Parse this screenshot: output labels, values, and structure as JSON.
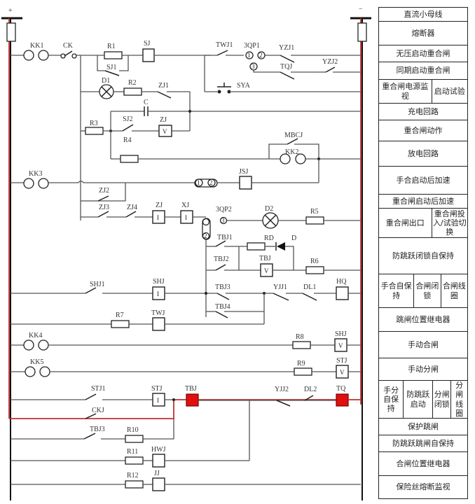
{
  "bus": {
    "positive_label": "+",
    "negative_label": "−"
  },
  "components": {
    "KK1": "KK1",
    "CK": "CK",
    "R1": "R1",
    "SJ": "SJ",
    "SJ1": "SJ1",
    "D1": "D1",
    "R2": "R2",
    "ZJ1": "ZJ1",
    "C": "C",
    "R3": "R3",
    "SJ2": "SJ2",
    "ZJ_V": "ZJ",
    "R4": "R4",
    "TWJ1": "TWJ1",
    "3QP1": "3QP1",
    "YZJ1": "YZJ1",
    "TQJ": "TQJ",
    "YZJ2": "YZJ2",
    "SYA": "SYA",
    "MBCJ": "MBCJ",
    "KK2": "KK2",
    "KK3": "KK3",
    "JSJ": "JSJ",
    "ZJ2": "ZJ2",
    "ZJ3": "ZJ3",
    "ZJ4": "ZJ4",
    "ZJ_I": "ZJ",
    "XJ": "XJ",
    "3QP2": "3QP2",
    "D2": "D2",
    "R5": "R5",
    "TBJ1": "TBJ1",
    "RD": "RD",
    "D": "D",
    "TBJ2": "TBJ2",
    "TBJ_V": "TBJ",
    "R6": "R6",
    "SHJ1": "SHJ1",
    "SHJ_I": "SHJ",
    "TBJ3": "TBJ3",
    "TBJ4": "TBJ4",
    "YJJ1": "YJJ1",
    "DL1": "DL1",
    "HQ": "HQ",
    "R7": "R7",
    "TWJ": "TWJ",
    "KK4": "KK4",
    "R8": "R8",
    "SHJ_V": "SHJ",
    "KK5": "KK5",
    "R9": "R9",
    "STJ_V": "STJ",
    "STJ1": "STJ1",
    "STJ_I": "STJ",
    "TBJ_coil": "TBJ",
    "YJJ2": "YJJ2",
    "DL2": "DL2",
    "TQ": "TQ",
    "CKJ": "CKJ",
    "TBJ3b": "TBJ3",
    "R10": "R10",
    "R11": "R11",
    "HWJ": "HWJ",
    "R12": "R12",
    "JJ": "JJ"
  },
  "symbols": {
    "voltage": "V",
    "current": "I",
    "pin1": "1",
    "pin2": "2",
    "pin3": "3"
  },
  "highlight_color": "#c03030",
  "coil_fill_color": "#e01010",
  "legend": {
    "rows": [
      [
        "直流小母线"
      ],
      [
        "熔断器"
      ],
      [
        "无压启动重合闸"
      ],
      [
        "同期启动重合闸"
      ],
      [
        "重合闸电源监视",
        "启动试验"
      ],
      [
        "充电回路"
      ],
      [
        "重合闸动作"
      ],
      [
        "放电回路"
      ],
      [
        "手合启动后加速"
      ],
      [
        "重合闸启动后加速"
      ],
      [
        "重合闸出口",
        "重合闸投入/试验切换"
      ],
      [
        "防跳跃闭锁自保持"
      ],
      [
        "手合自保持",
        "合闸闭锁",
        "合闸线圈"
      ],
      [
        "跳闸位置继电器"
      ],
      [
        "手动合闸"
      ],
      [
        "手动分闸"
      ],
      [
        "手分自保持",
        "防跳跃启动",
        "分闸闭锁",
        "分闸线圈"
      ],
      [
        "保护跳闸"
      ],
      [
        "防跳跃跳闸自保持"
      ],
      [
        "合闸位置继电器"
      ],
      [
        "保险丝熔断监视"
      ]
    ]
  }
}
